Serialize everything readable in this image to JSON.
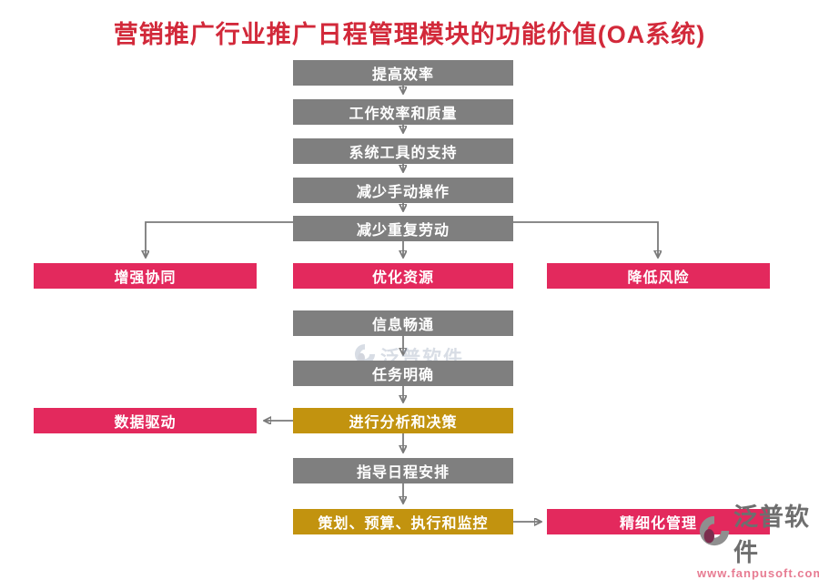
{
  "title": "营销推广行业推广日程管理模块的功能价值(OA系统)",
  "colors": {
    "title_red": "#D2293A",
    "box_gray": "#7F7F7F",
    "box_pink": "#E3295D",
    "box_gold": "#C2930F",
    "connector_gray": "#7A7A7A",
    "box_text": "#FFFFFF"
  },
  "boxes": {
    "improve_efficiency": "提高效率",
    "work_quality": "工作效率和质量",
    "system_support": "系统工具的支持",
    "reduce_manual": "减少手动操作",
    "reduce_repeat": "减少重复劳动",
    "enhance_collab": "增强协同",
    "optimize_resources": "优化资源",
    "reduce_risk": "降低风险",
    "info_flow": "信息畅通",
    "clear_tasks": "任务明确",
    "analysis_decision": "进行分析和决策",
    "data_driven": "数据驱动",
    "guide_schedule": "指导日程安排",
    "plan_budget_execute": "策划、预算、执行和监控",
    "fine_management": "精细化管理"
  },
  "watermark": {
    "brand": "泛普软件",
    "url": "www.fanpusoft.com"
  }
}
